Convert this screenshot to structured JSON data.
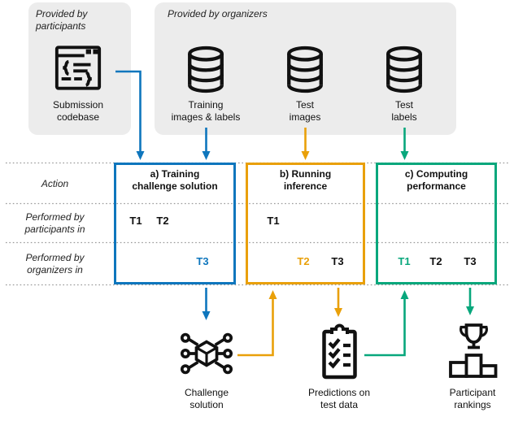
{
  "palette": {
    "blue": "#0e76bd",
    "orange": "#e9a009",
    "green": "#08a77c",
    "panel_gray": "#ececec",
    "ink": "#111111",
    "dotted_line": "#999999"
  },
  "top": {
    "participants_panel": {
      "label": "Provided by\nparticipants",
      "caption": "Submission\ncodebase"
    },
    "organizers_panel": {
      "label": "Provided by organizers",
      "captions": [
        "Training\nimages & labels",
        "Test\nimages",
        "Test\nlabels"
      ]
    }
  },
  "matrix": {
    "row_labels": [
      "Action",
      "Performed by\nparticipants in",
      "Performed by\norganizers in"
    ],
    "columns": [
      {
        "title": "a) Training\nchallenge solution",
        "participants": [
          "T1",
          "T2"
        ],
        "organizers": [
          "T3"
        ]
      },
      {
        "title": "b) Running\ninference",
        "participants": [
          "T1"
        ],
        "organizers": [
          "T2",
          "T3"
        ]
      },
      {
        "title": "c) Computing\nperformance",
        "participants": [],
        "organizers": [
          "T1",
          "T2",
          "T3"
        ]
      }
    ]
  },
  "outputs": {
    "captions": [
      "Challenge\nsolution",
      "Predictions on\ntest data",
      "Participant\nrankings"
    ]
  }
}
